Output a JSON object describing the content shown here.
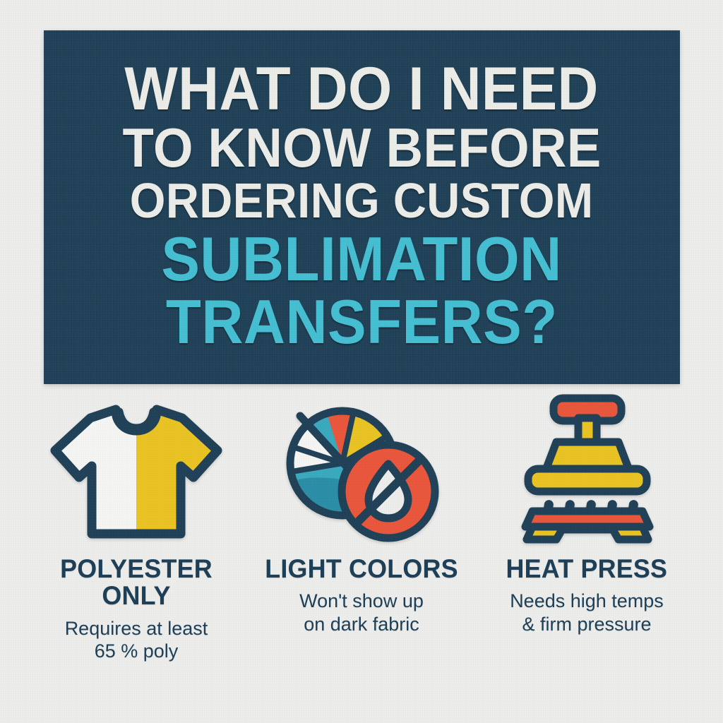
{
  "palette": {
    "background": "#ececeb",
    "navy": "#204157",
    "cyan": "#46bed2",
    "yellow": "#e9c223",
    "red": "#e8573c",
    "teal": "#3aa9bd",
    "teal_dark": "#2b8ea6",
    "white": "#f2f2f0"
  },
  "headline": {
    "lines": [
      {
        "text": "WHAT DO I NEED",
        "color": "white"
      },
      {
        "text": "TO KNOW BEFORE",
        "color": "white"
      },
      {
        "text": "ORDERING CUSTOM",
        "color": "white"
      },
      {
        "text": "SUBLIMATION",
        "color": "cyan"
      },
      {
        "text": "TRANSFERS?",
        "color": "cyan"
      }
    ]
  },
  "features": [
    {
      "icon": "tshirt-icon",
      "title_line1": "POLYESTER",
      "title_line2": "ONLY",
      "sub_line1": "Requires at least",
      "sub_line2": "65 % poly"
    },
    {
      "icon": "beach-ball-no-water-icon",
      "title_line1": "LIGHT",
      "title_line2": "COLORS",
      "sub_line1": "Won't show up",
      "sub_line2": "on dark fabric"
    },
    {
      "icon": "heat-press-icon",
      "title_line1": "HEAT PRESS",
      "title_line2": "",
      "sub_line1": "Needs high temps",
      "sub_line2": "& firm pressure"
    }
  ]
}
